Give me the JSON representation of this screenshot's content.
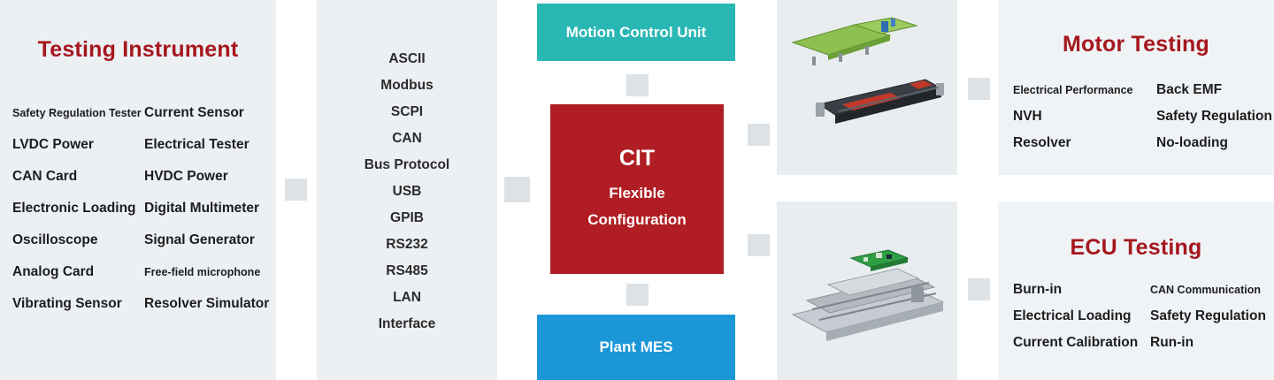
{
  "testing_instrument": {
    "title": "Testing Instrument",
    "col1": [
      "Safety Regulation Tester",
      "LVDC Power",
      "CAN Card",
      "Electronic Loading",
      "Oscilloscope",
      "Analog Card",
      "Vibrating Sensor"
    ],
    "col2": [
      "Current Sensor",
      "Electrical Tester",
      "HVDC Power",
      "Digital Multimeter",
      "Signal Generator",
      "Free-field microphone",
      "Resolver Simulator"
    ]
  },
  "protocols": {
    "items": [
      "ASCII",
      "Modbus",
      "SCPI",
      "CAN",
      "Bus Protocol",
      "USB",
      "GPIB",
      "RS232",
      "RS485",
      "LAN",
      "Interface"
    ]
  },
  "flow": {
    "motion_control_unit": "Motion Control Unit",
    "cit_title": "CIT",
    "cit_subtitle_line1": "Flexible",
    "cit_subtitle_line2": "Configuration",
    "plant_mes": "Plant MES"
  },
  "motor_testing": {
    "title": "Motor Testing",
    "col1": [
      "Electrical Performance",
      "NVH",
      "Resolver"
    ],
    "col2": [
      "Back EMF",
      "Safety Regulation",
      "No-loading"
    ]
  },
  "ecu_testing": {
    "title": "ECU Testing",
    "col1": [
      "Burn-in",
      "Electrical Loading",
      "Current Calibration"
    ],
    "col2": [
      "CAN Communication",
      "Safety Regulation",
      "Run-in"
    ]
  },
  "colors": {
    "accent_red": "#a6171f",
    "box_red": "#b01e23",
    "teal": "#29b7b4",
    "blue": "#1b97d8",
    "panel_gray": "#edf0f2",
    "connector_gray": "#dde2e6"
  }
}
